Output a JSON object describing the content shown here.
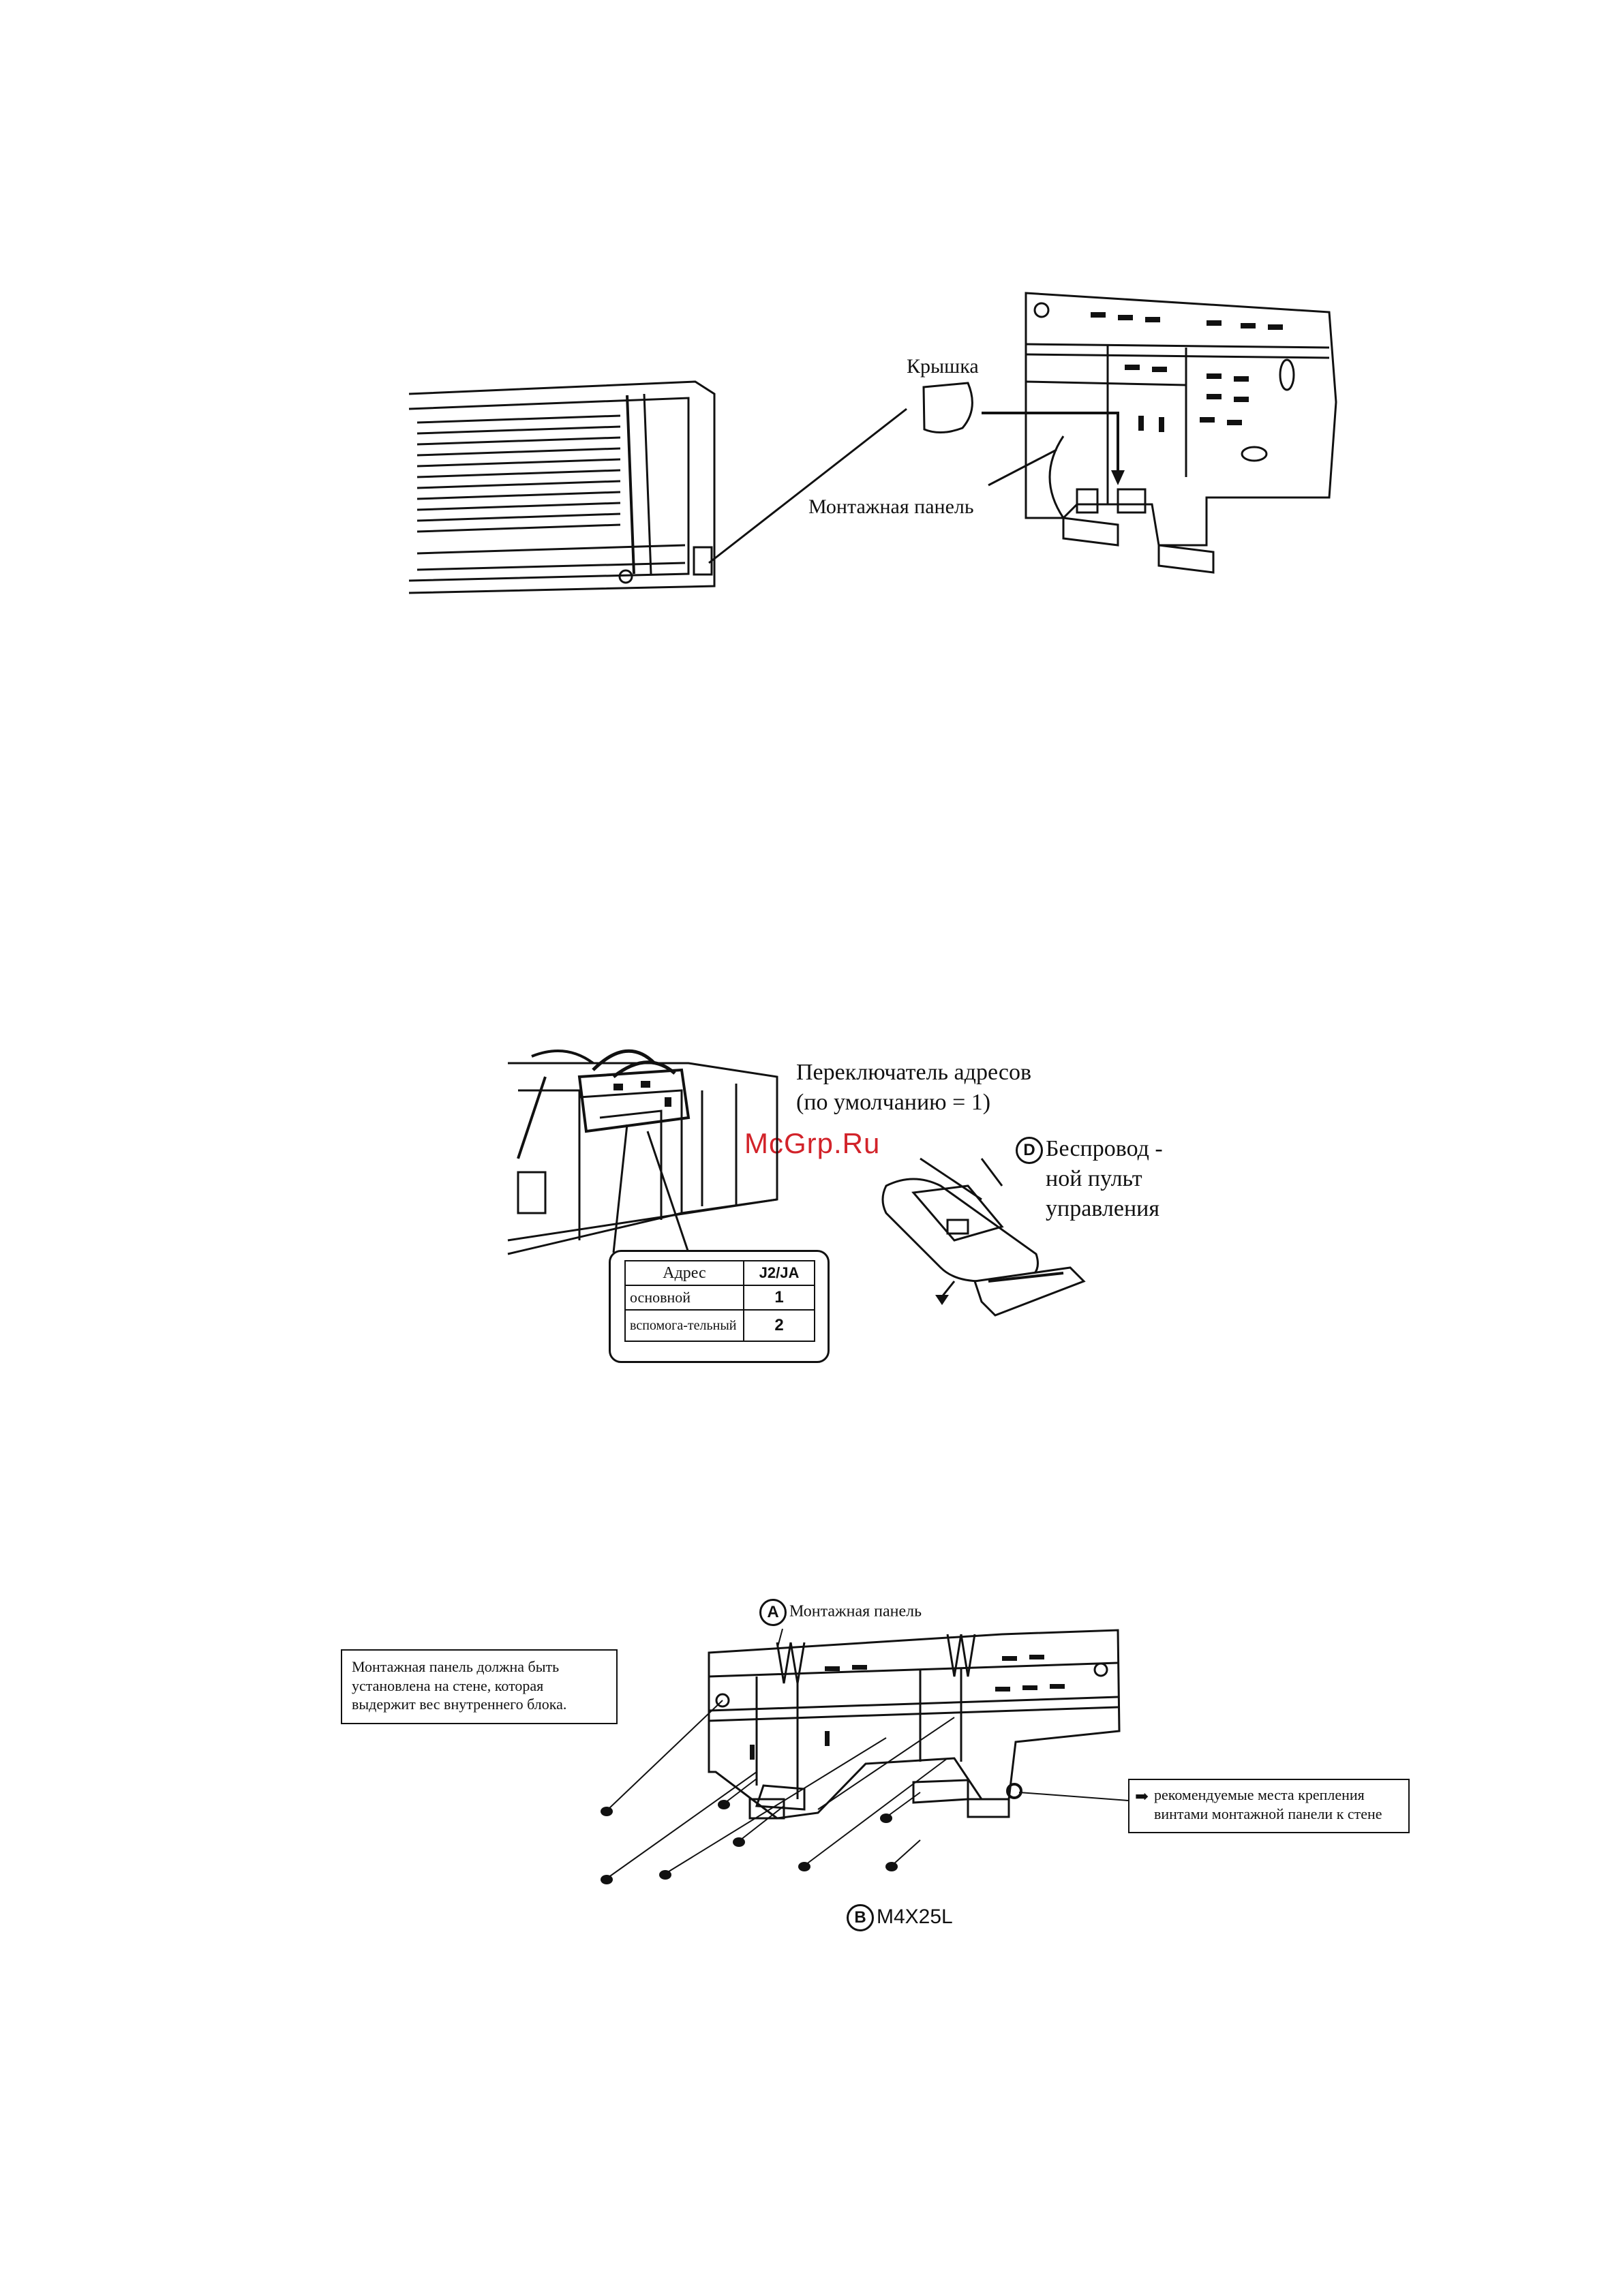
{
  "figure1": {
    "cover_label": "Крышка",
    "panel_label": "Монтажная панель"
  },
  "watermark": "McGrp.Ru",
  "figure2": {
    "switch_label_line1": "Переключатель адресов",
    "switch_label_line2": "(по умолчанию = 1)",
    "remote_badge": "D",
    "remote_label_line1": "Беспровод -",
    "remote_label_line2": "ной пульт",
    "remote_label_line3": "управления",
    "table": {
      "header_left": "Адрес",
      "header_right": "J2/JA",
      "rows": [
        {
          "left": "основной",
          "right": "1"
        },
        {
          "left": "вспомога-тельный",
          "right": "2"
        }
      ]
    }
  },
  "figure3": {
    "panel_badge": "A",
    "panel_label": "Монтажная панель",
    "wall_note": "Монтажная панель должна быть установлена на стене, которая выдержит вес внутреннего блока.",
    "screw_note": "рекомендуемые места крепления винтами монтажной панели к стене",
    "screw_badge": "B",
    "screw_label": "M4X25L"
  }
}
